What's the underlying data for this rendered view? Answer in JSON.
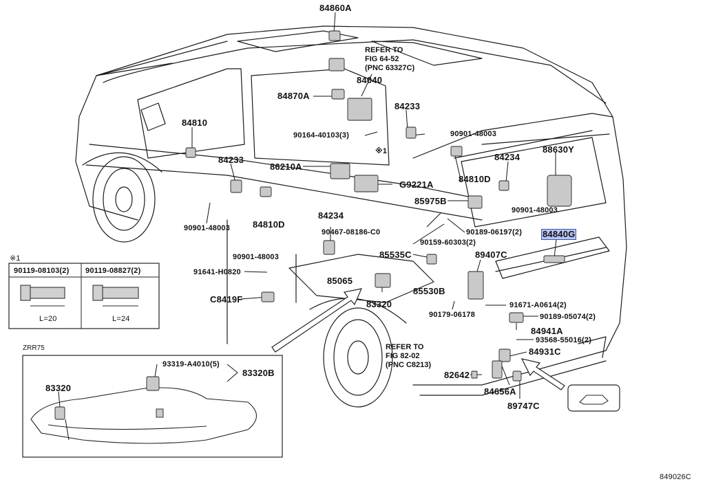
{
  "diagram_id": "849026C",
  "highlight_part": "84840G",
  "refs": {
    "top": [
      "REFER TO",
      "FIG 64-52",
      "(PNC 63327C)"
    ],
    "bottom": [
      "REFER TO",
      "FIG 82-02",
      "(PNC C8213)"
    ]
  },
  "parts": {
    "p84860A": "84860A",
    "p84040": "84040",
    "p84870A": "84870A",
    "p84233a": "84233",
    "p84233b": "84233",
    "p84810": "84810",
    "p90164": "90164-40103(3)",
    "p90901a": "90901-48003",
    "p90901b": "90901-48003",
    "p90901c": "90901-48003",
    "p90901d": "90901-48003",
    "star1": "※1",
    "p88630Y": "88630Y",
    "p86210A": "86210A",
    "p84234a": "84234",
    "p84234b": "84234",
    "pG9221A": "G9221A",
    "p84810D_r": "84810D",
    "p84810D_l": "84810D",
    "p85975B": "85975B",
    "p90189_06197": "90189-06197(2)",
    "p90467": "90467-08186-C0",
    "p90159": "90159-60303(2)",
    "p84840G": "84840G",
    "p89407C": "89407C",
    "p85535C": "85535C",
    "p91641": "91641-H0820",
    "p85065": "85065",
    "p85530B": "85530B",
    "p83320a": "83320",
    "pC8419F": "C8419F",
    "p91671": "91671-A0614(2)",
    "p90179": "90179-06178",
    "p90189_05074": "90189-05074(2)",
    "p84941A": "84941A",
    "p93568": "93568-55016(2)",
    "p84931C": "84931C",
    "p82642": "82642",
    "p84656A": "84656A",
    "p89747C": "89747C"
  },
  "note_box": {
    "mark": "※1",
    "col1": "90119-08103(2)",
    "col2": "90119-08827(2)",
    "len1": "L=20",
    "len2": "L=24"
  },
  "zrr_box": {
    "title": "ZRR75",
    "bolt": "93319-A4010(5)",
    "assy": "83320B",
    "sender": "83320"
  }
}
